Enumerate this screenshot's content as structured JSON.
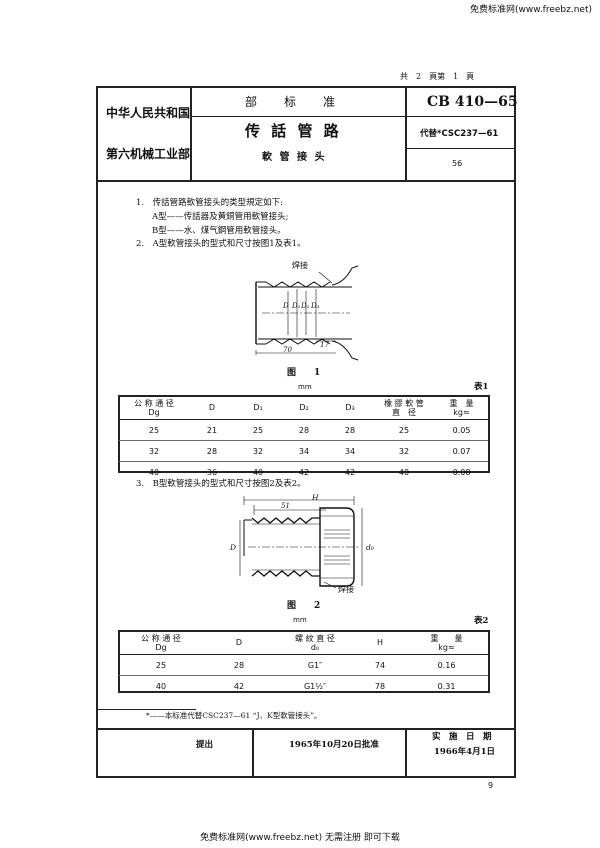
{
  "watermark_top": "免费标准网(www.freebz.net)",
  "watermark_bottom": "免费标准网(www.freebz.net) 无需注册 即可下载",
  "page_info": {
    "total": "共　2　頁第　1　頁"
  },
  "header": {
    "org_line1": "中华人民共和国",
    "org_line2": "第六机械工业部",
    "category": "部　　标　　准",
    "title": "传 話 管 路",
    "subtitle": "軟 管 接 头",
    "code": "CB 410—65",
    "replaces": "代替*CSC237—61",
    "page_number": "56"
  },
  "body": {
    "item1": "1.　传話管路軟管接头的类型規定如下:",
    "type_a": "A型——传話器及黄銅管用軟管接头;",
    "type_b": "B型——水、煤气鋼管用軟管接头。",
    "item2": "2.　A型軟管接头的型式和尺寸按图1及表1。",
    "item3": "3.　B型軟管接头的型式和尺寸按图2及表2。",
    "footnote": "*——本标准代替CSC237—61 “J、K型軟管接头”。"
  },
  "figure1": {
    "caption": "图　　1",
    "label_weld": "焊接",
    "dim_length": "70",
    "dim_end": "17",
    "dims": [
      "D",
      "D₁",
      "D₂",
      "D₃"
    ]
  },
  "figure2": {
    "caption": "图　　2",
    "label_weld": "焊接",
    "dim_h": "H",
    "dim_51": "51",
    "dim_d": "D",
    "dim_d0": "d₀"
  },
  "table1": {
    "unit": "mm",
    "name": "表1",
    "headers": [
      "公 称 通 径\nDg",
      "D",
      "D₁",
      "D₂",
      "D₃",
      "橡 膠 軟 管\n直　径",
      "重　量\nkg≈"
    ],
    "rows": [
      [
        "25",
        "21",
        "25",
        "28",
        "28",
        "25",
        "0.05"
      ],
      [
        "32",
        "28",
        "32",
        "34",
        "34",
        "32",
        "0.07"
      ],
      [
        "40",
        "36",
        "40",
        "42",
        "42",
        "40",
        "0.08"
      ]
    ]
  },
  "table2": {
    "unit": "mm",
    "name": "表2",
    "headers": [
      "公 称 通 径\nDg",
      "D",
      "螺 紋 直 径\nd₀",
      "H",
      "重　　量\nkg≈"
    ],
    "rows": [
      [
        "25",
        "28",
        "G1″",
        "74",
        "0.16"
      ],
      [
        "40",
        "42",
        "G1½″",
        "78",
        "0.31"
      ]
    ]
  },
  "footer": {
    "proposer": "提出",
    "approved": "1965年10月20日批准",
    "impl_label": "实　施　日　期",
    "impl_date": "1966年4月1日",
    "page": "9"
  }
}
